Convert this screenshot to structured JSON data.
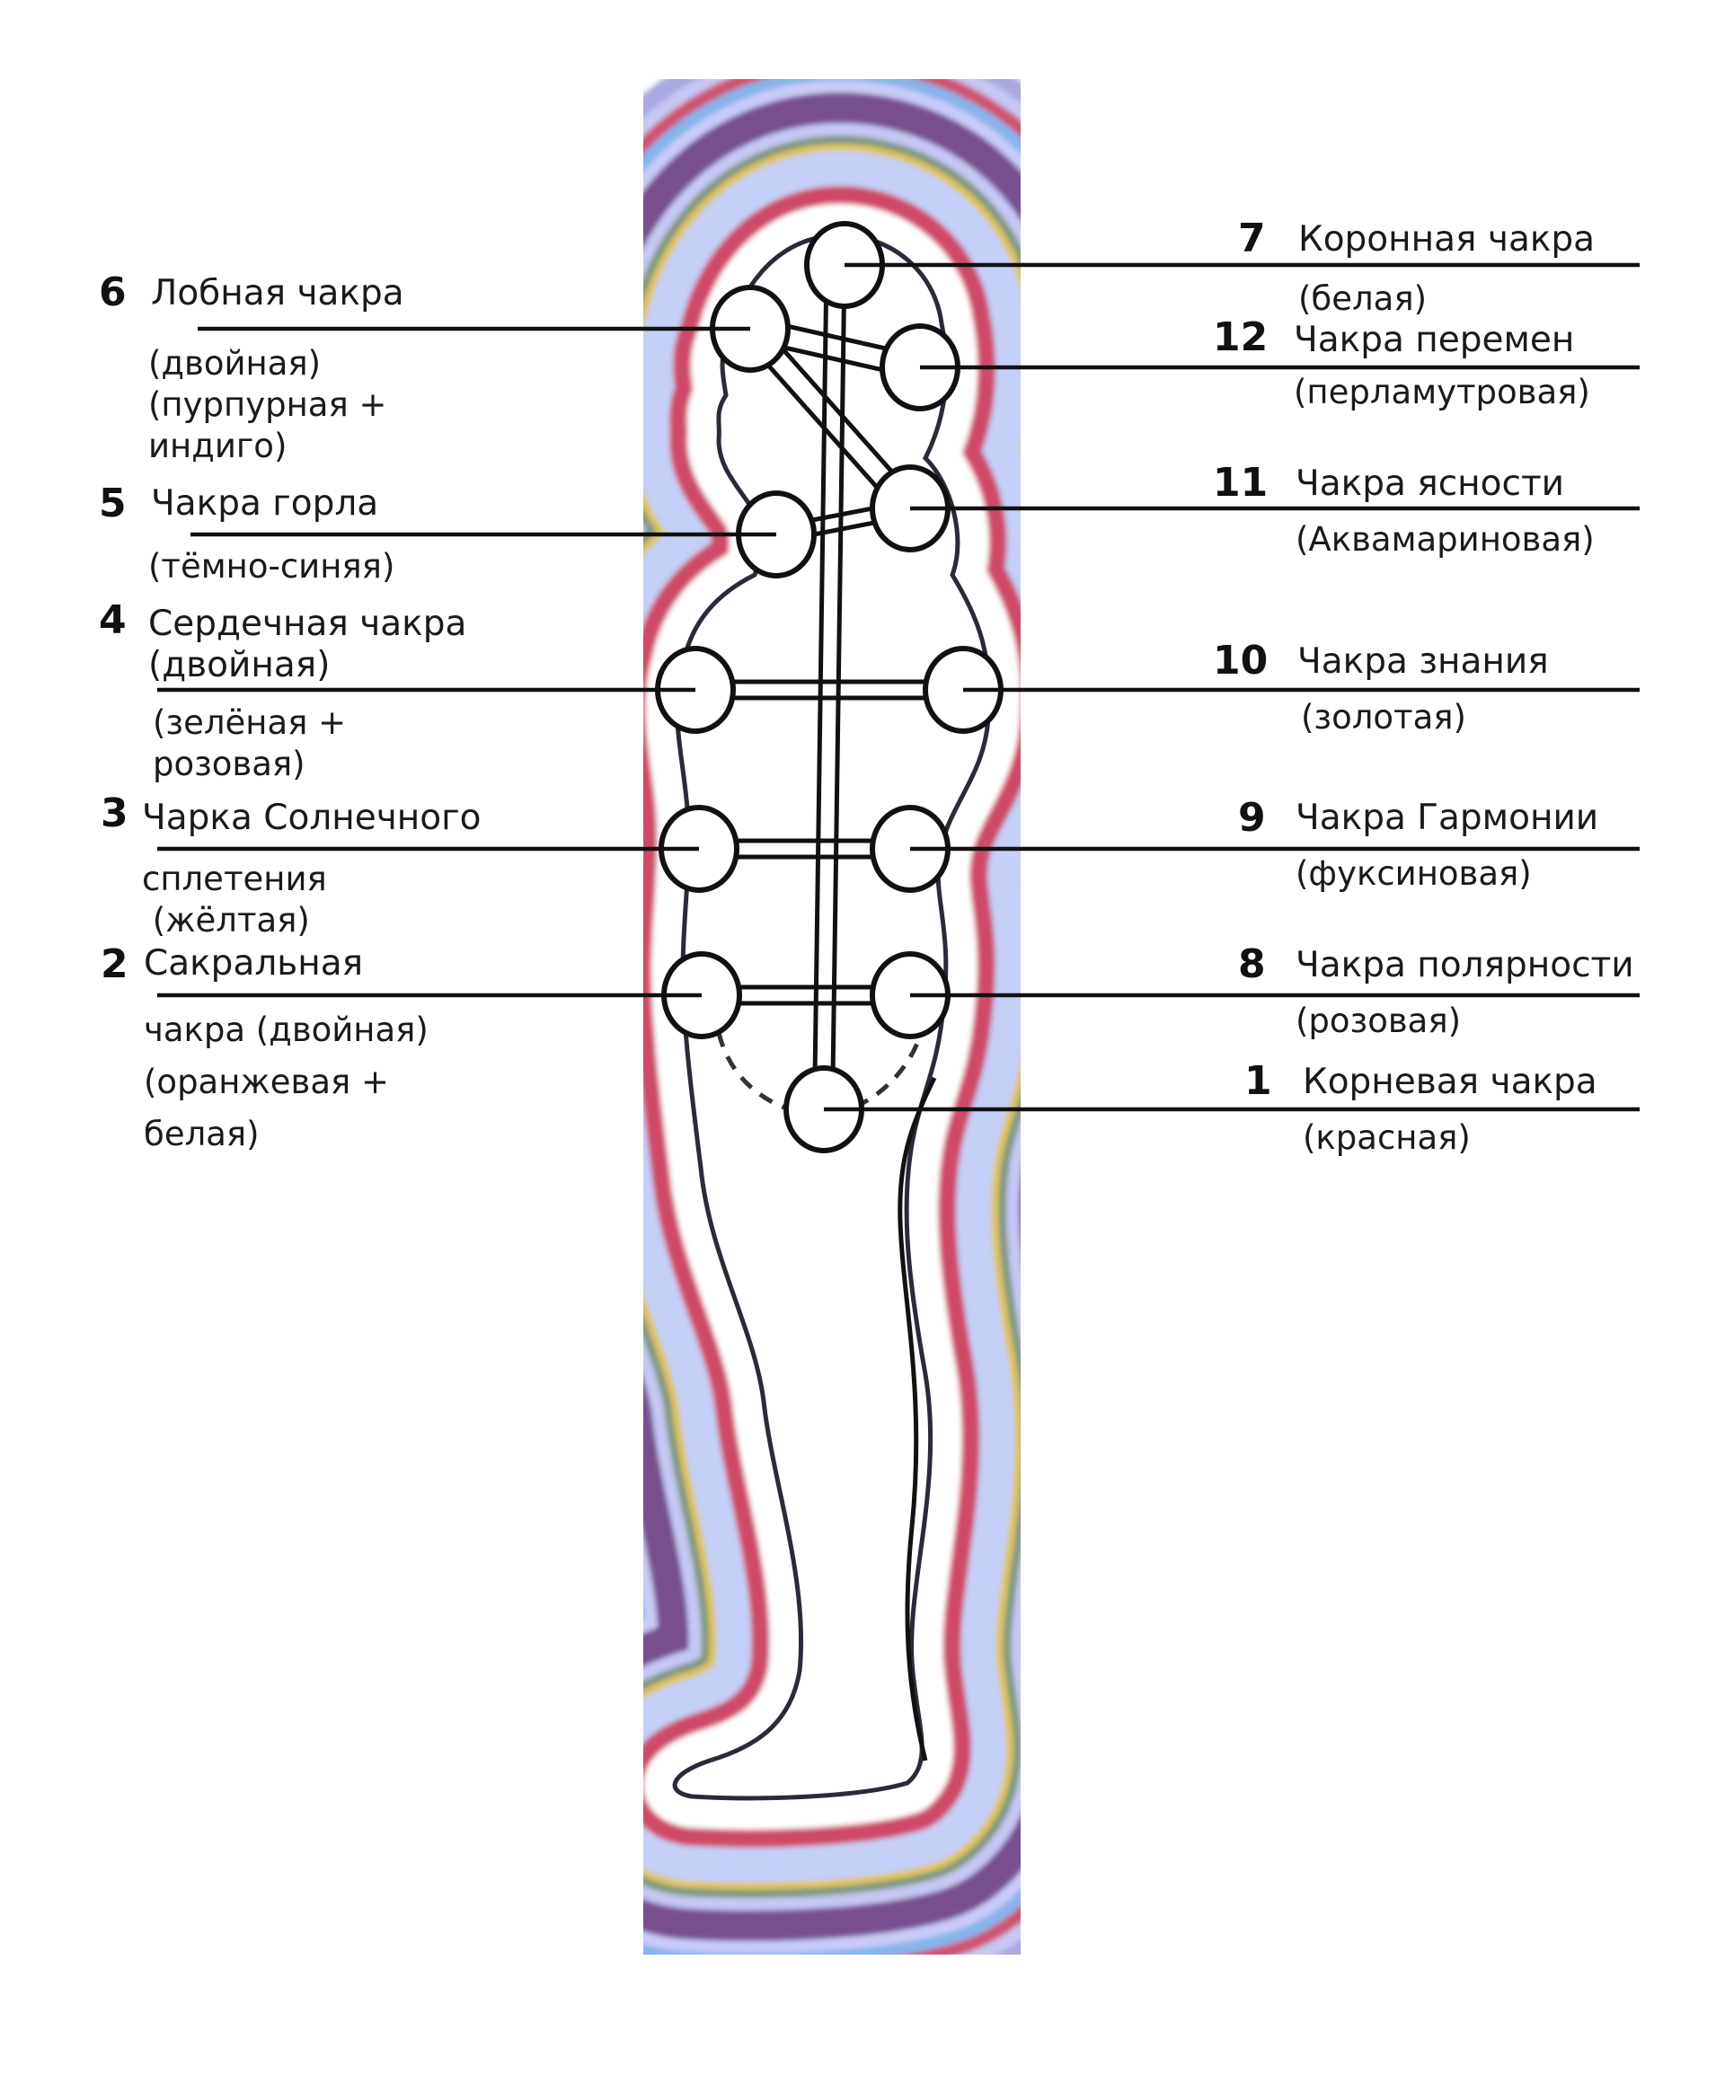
{
  "title": "Схема 12 чакр и ауры",
  "aura_colors": [
    "#a9a8e0",
    "#c7c8f4",
    "#cf5270",
    "#86b4ec",
    "#c9ccf8",
    "#77508f",
    "#c6c8f5",
    "#7f977f",
    "#e0c55a",
    "#c4d0f8",
    "#cf4a68",
    "#ffffff"
  ],
  "chakras": [
    {
      "num": "1",
      "name": "Корневая чакра",
      "sub": "(красная)",
      "side": "right"
    },
    {
      "num": "2",
      "name": "Сакральная",
      "sub": "чакра (двойная)\n(оранжевая +\nбелая)",
      "side": "left"
    },
    {
      "num": "3",
      "name": "Чарка Солнечного",
      "sub": "сплетения\n (жёлтая)",
      "side": "left"
    },
    {
      "num": "4",
      "name": "Сердечная чакра\n(двойная)",
      "sub": "(зелёная +\nрозовая)",
      "side": "left"
    },
    {
      "num": "5",
      "name": "Чакра горла",
      "sub": "(тёмно-синяя)",
      "side": "left"
    },
    {
      "num": "6",
      "name": "Лобная чакра",
      "sub": "(двойная)\n(пурпурная +\nиндиго)",
      "side": "left"
    },
    {
      "num": "7",
      "name": "Коронная чакра",
      "sub": "(белая)",
      "side": "right"
    },
    {
      "num": "8",
      "name": "Чакра полярности",
      "sub": "(розовая)",
      "side": "right"
    },
    {
      "num": "9",
      "name": "Чакра Гармонии",
      "sub": "(фуксиновая)",
      "side": "right"
    },
    {
      "num": "10",
      "name": "Чакра знания",
      "sub": "(золотая)",
      "side": "right"
    },
    {
      "num": "11",
      "name": "Чакра ясности",
      "sub": "(Аквамариновая)",
      "side": "right"
    },
    {
      "num": "12",
      "name": "Чакра перемен",
      "sub": "(перламутровая)",
      "side": "right"
    }
  ]
}
